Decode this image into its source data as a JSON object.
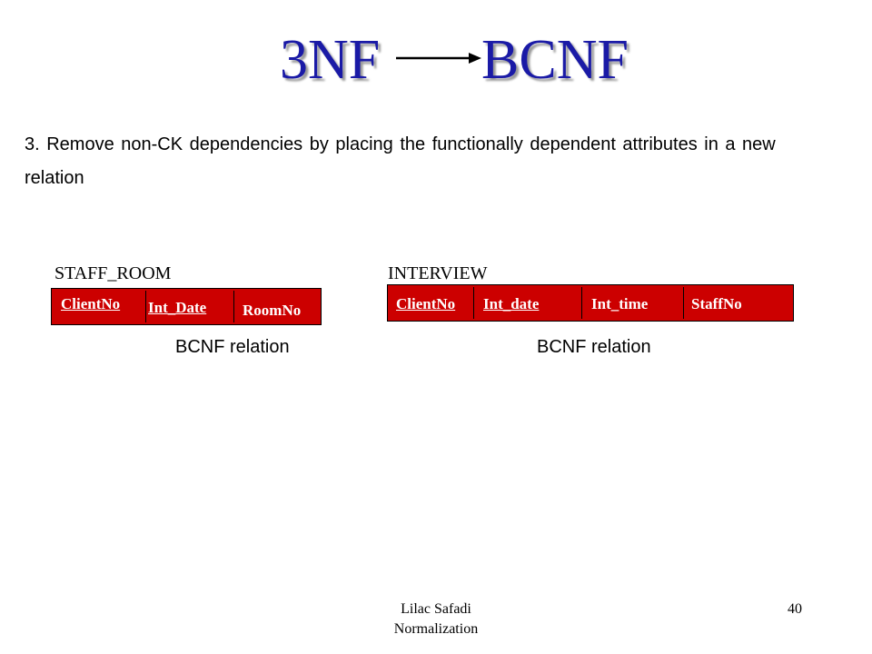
{
  "title": {
    "left": "3NF",
    "right": "BCNF"
  },
  "body_text": "3. Remove non-CK dependencies by placing the functionally dependent attributes in a new relation",
  "relations": {
    "staff_room": {
      "name": "STAFF_ROOM",
      "columns": [
        "ClientNo",
        "Int_Date",
        "RoomNo"
      ],
      "caption": "BCNF relation"
    },
    "interview": {
      "name": "INTERVIEW",
      "columns": [
        "ClientNo",
        "Int_date",
        "Int_time",
        "StaffNo"
      ],
      "caption": "BCNF relation"
    }
  },
  "footer": {
    "author": "Lilac Safadi",
    "topic": "Normalization",
    "page": "40"
  },
  "colors": {
    "title": "#1a1aa6",
    "relation_fill": "#cc0000"
  }
}
